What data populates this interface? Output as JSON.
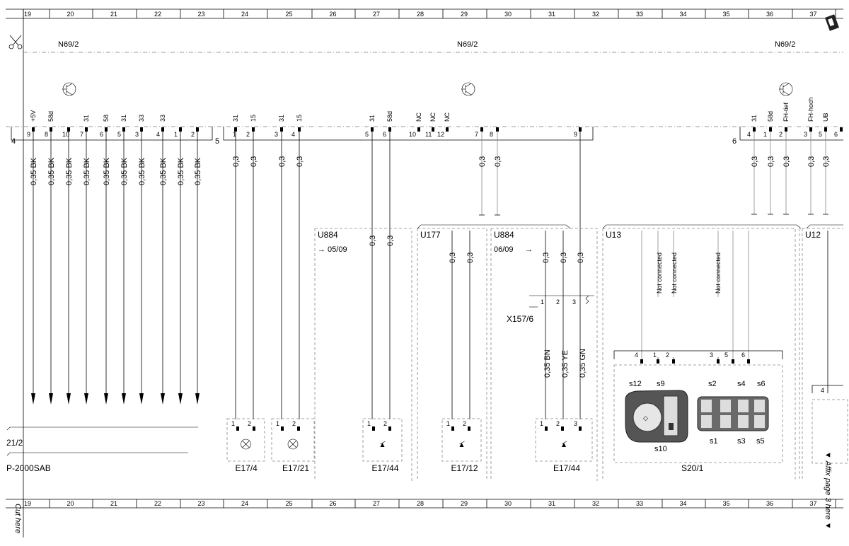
{
  "grid_columns": [
    "19",
    "20",
    "21",
    "22",
    "23",
    "24",
    "25",
    "26",
    "27",
    "28",
    "29",
    "30",
    "31",
    "32",
    "33",
    "34",
    "35",
    "36",
    "37"
  ],
  "modules": [
    {
      "id": "n69-left",
      "label": "N69/2"
    },
    {
      "id": "n69-mid",
      "label": "N69/2"
    },
    {
      "id": "n69-right",
      "label": "N69/2"
    }
  ],
  "connectors": {
    "c4": "4",
    "c5": "5",
    "c6": "6"
  },
  "pin_signals_left": [
    "+5V",
    "58d",
    "31",
    "58",
    "31",
    "33",
    "33"
  ],
  "pins_left": [
    "9",
    "8",
    "10",
    "7",
    "6",
    "5",
    "3",
    "4",
    "1",
    "2"
  ],
  "wire_left": "0,35 BK",
  "pin_signals_c5": [
    "31",
    "15",
    "31",
    "15",
    "31",
    "58d",
    "NC",
    "NC",
    "NC"
  ],
  "pins_c5": [
    "1",
    "2",
    "3",
    "4",
    "5",
    "6",
    "10",
    "11",
    "12",
    "7",
    "8",
    "9"
  ],
  "pin_signals_c6": [
    "31",
    "58d",
    "FH-tief",
    "FH-hoch",
    "UB"
  ],
  "pins_c6": [
    "4",
    "1",
    "2",
    "3",
    "5",
    "6"
  ],
  "wire_small": "0,3",
  "zones": {
    "u884a": "U884",
    "u884a_note": "→ 05/09",
    "u177": "U177",
    "u884b": "U884",
    "u884b_note": "06/09",
    "u884b_arrow": "→",
    "u13": "U13",
    "u12": "U12"
  },
  "not_connected": "Not connected",
  "x157": "X157/6",
  "colored_wires": [
    "0,35 BN",
    "0,35 YE",
    "0,35 GN"
  ],
  "components": {
    "e17_4": "E17/4",
    "e17_21": "E17/21",
    "e17_44a": "E17/44",
    "e17_12": "E17/12",
    "e17_44b": "E17/44",
    "s20_1": "S20/1"
  },
  "switch_labels": [
    "s12",
    "s9",
    "s2",
    "s4",
    "s6",
    "s10",
    "s1",
    "s3",
    "s5"
  ],
  "s20_pins": [
    "4",
    "1",
    "2",
    "3",
    "5",
    "6"
  ],
  "u12_pin": "4",
  "page_ref": "21/2",
  "code": "P-2000SAB",
  "cut_here": "Cut here",
  "affix": "▼ Affix page 3 here ▼"
}
